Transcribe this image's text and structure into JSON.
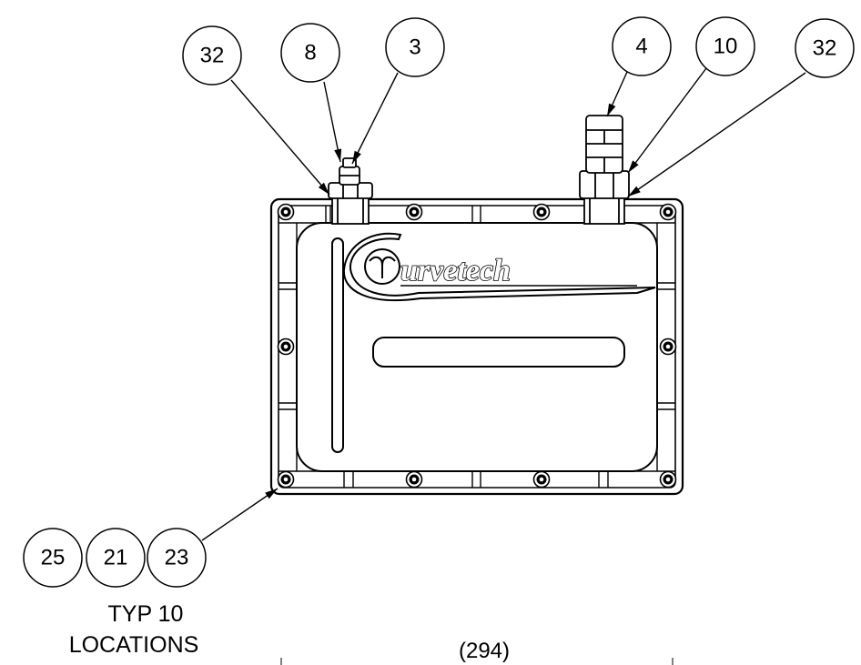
{
  "balloons": [
    "32",
    "8",
    "3",
    "4",
    "10",
    "32",
    "25",
    "21",
    "23"
  ],
  "note": {
    "line1": "TYP 10",
    "line2": "LOCATIONS"
  },
  "reference": "(294)",
  "logo": {
    "text": "urvetech"
  },
  "colors": {
    "ink": "#000000",
    "paper": "#ffffff"
  }
}
